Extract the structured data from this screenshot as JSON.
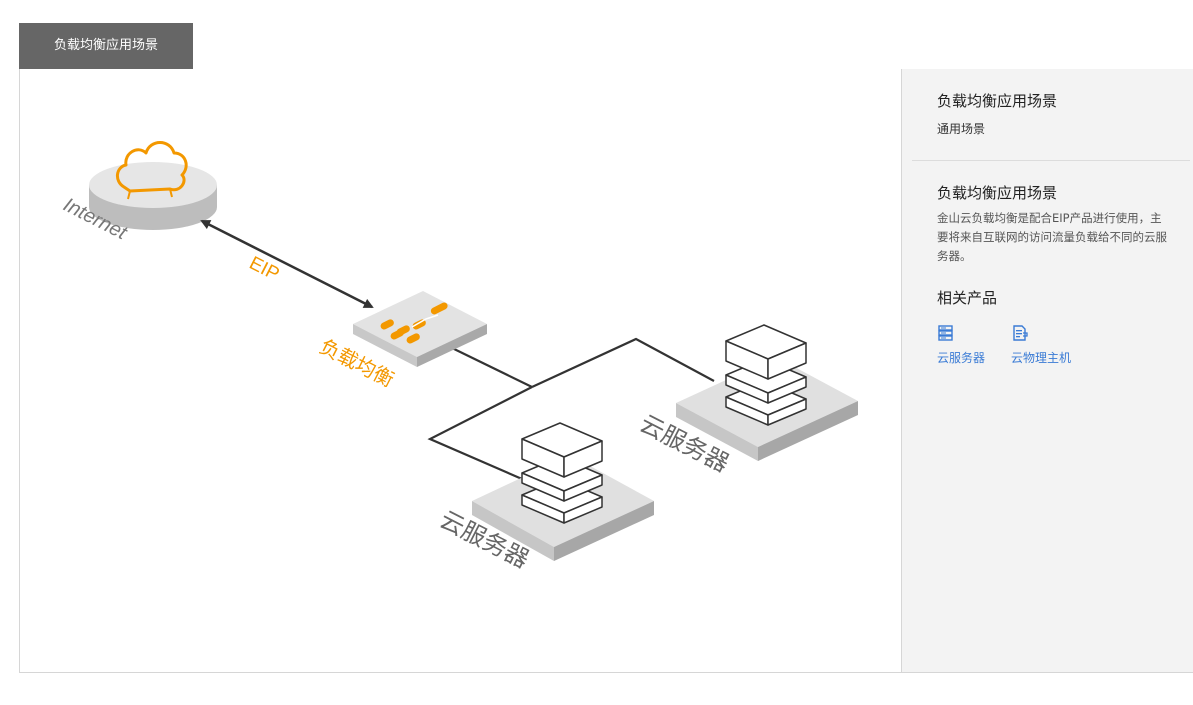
{
  "tabs": [
    {
      "label": "负载均衡应用场景",
      "active": true
    }
  ],
  "diagram": {
    "internet_label": "Internet",
    "eip_label": "EIP",
    "lb_label": "负载均衡",
    "server_right_label": "云服务器",
    "server_left_label": "云服务器",
    "colors": {
      "accent": "#f39800",
      "platform_top": "#e3e3e3",
      "platform_side": "#bdbdbd",
      "line": "#333333",
      "label_gray": "#666666"
    },
    "icons": [
      "cloud-icon",
      "load-balancer-icon",
      "server-stack-icon"
    ]
  },
  "side_panel": {
    "section1_title": "负载均衡应用场景",
    "section1_subtitle": "通用场景",
    "section2_title": "负载均衡应用场景",
    "section2_desc": "金山云负载均衡是配合EIP产品进行使用，主要将来自互联网的访问流量负载给不同的云服务器。",
    "related_title": "相关产品",
    "products": [
      {
        "label": "云服务器",
        "icon": "server-icon"
      },
      {
        "label": "云物理主机",
        "icon": "physical-host-icon"
      }
    ],
    "link_color": "#3a7bd5"
  }
}
